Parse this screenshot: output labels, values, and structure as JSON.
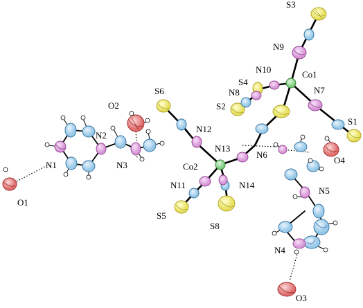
{
  "labels": {
    "S3": "S3",
    "N9": "N9",
    "N10": "N10",
    "Co1": "Co1",
    "S4": "S4",
    "N8": "N8",
    "N7": "N7",
    "S2": "S2",
    "S1": "S1",
    "S6": "S6",
    "O2": "O2",
    "N12": "N12",
    "N2": "N2",
    "N13": "N13",
    "N6": "N6",
    "O4": "O4",
    "N1": "N1",
    "N3": "N3",
    "Co2": "Co2",
    "N11": "N11",
    "N14": "N14",
    "N5": "N5",
    "O1": "O1",
    "S5": "S5",
    "S8": "S8",
    "N4": "N4",
    "O3": "O3"
  },
  "colors": {
    "sulfur": "#f2f28a",
    "nitrogen": "#e8b0e8",
    "carbon": "#bcdcf0",
    "oxygen": "#f0a0a0",
    "cobalt": "#a8e0a8",
    "hydrogen": "#ffffff"
  }
}
